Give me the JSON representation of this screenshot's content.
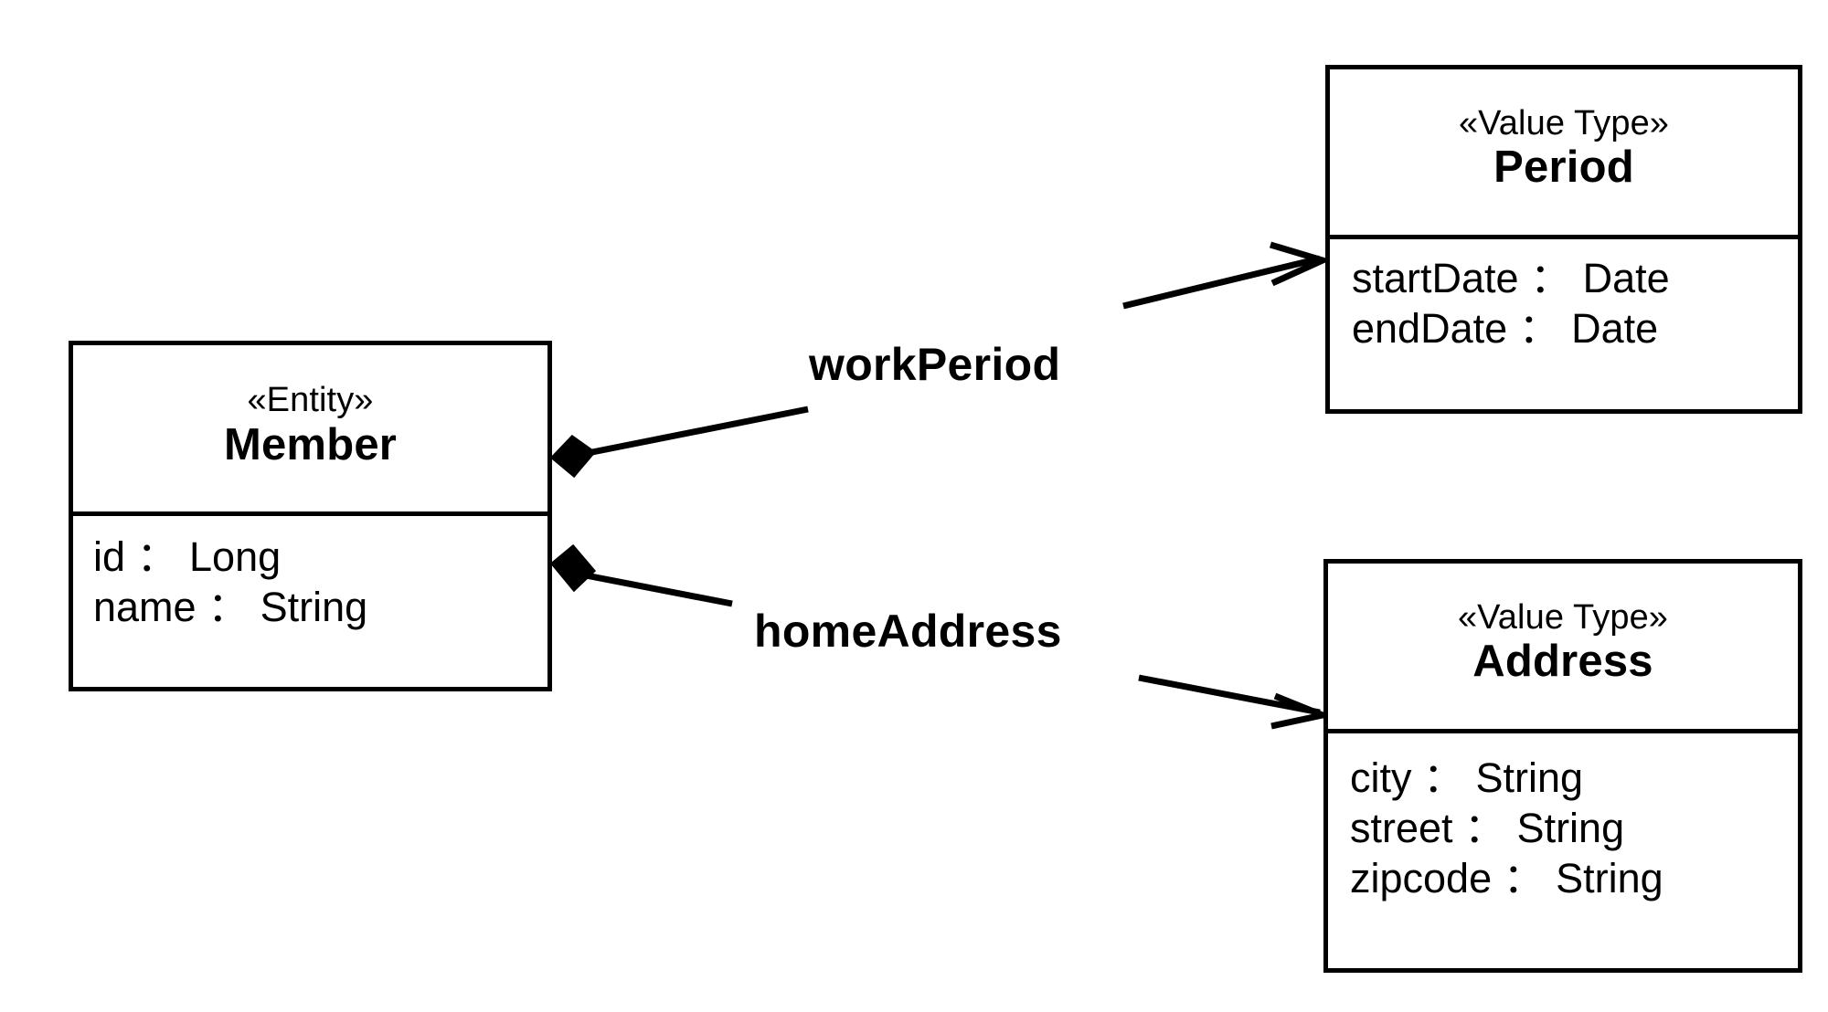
{
  "diagram": {
    "kind": "uml-class-diagram",
    "background_color": "#ffffff",
    "line_color": "#000000"
  },
  "classes": [
    {
      "id": "member",
      "stereotype": "«Entity»",
      "name": "Member",
      "attributes": [
        "id ： Long",
        "name ： String"
      ]
    },
    {
      "id": "period",
      "stereotype": "«Value Type»",
      "name": "Period",
      "attributes": [
        "startDate ： Date",
        "endDate ： Date"
      ]
    },
    {
      "id": "address",
      "stereotype": "«Value Type»",
      "name": "Address",
      "attributes": [
        "city ： String",
        "street ： String",
        "zipcode ： String"
      ]
    }
  ],
  "associations": [
    {
      "id": "work-period",
      "label": "workPeriod",
      "source": "Member",
      "target": "Period",
      "source_end": "filled-diamond",
      "target_end": "open-arrow"
    },
    {
      "id": "home-address",
      "label": "homeAddress",
      "source": "Member",
      "target": "Address",
      "source_end": "filled-diamond",
      "target_end": "open-arrow"
    }
  ]
}
